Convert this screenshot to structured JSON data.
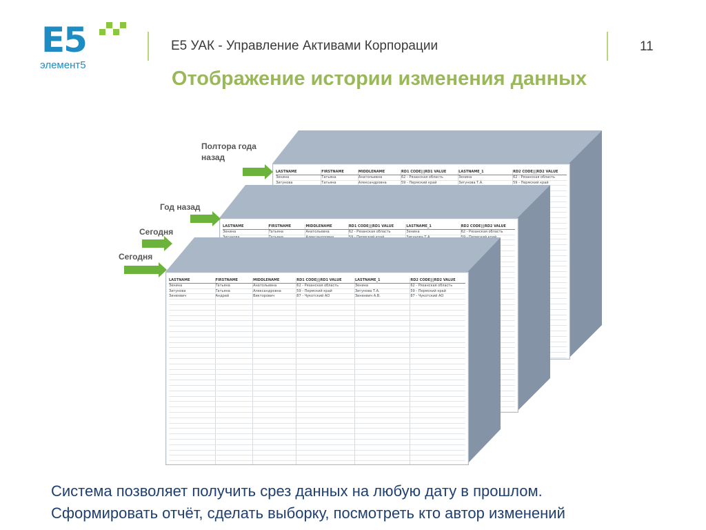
{
  "logo": {
    "mark": "E5",
    "wordmark": "элемент5",
    "accent": "#8cc63f",
    "brand": "#1e8bc3"
  },
  "header": {
    "title": "E5 УАК - Управление Активами Корпорации",
    "page_number": "11"
  },
  "slide": {
    "title": "Отображение истории изменения данных"
  },
  "labels": {
    "one_and_half_years": "Полтора года назад",
    "year_ago": "Год назад",
    "today_back": "Сегодня",
    "today_front": "Сегодня"
  },
  "colors": {
    "arrow": "#6bb33a",
    "title": "#9ab85a",
    "caption": "#1f3f6f"
  },
  "table": {
    "columns": [
      "LASTNAME",
      "FIRSTNAME",
      "MIDDLENAME",
      "RD1 CODE|||RD1 VALUE",
      "LASTNAME_1",
      "RD2 CODE|||RD2 VALUE"
    ],
    "rows": [
      [
        "Зенина",
        "Татьяна",
        "Анатольевна",
        "62 - Рязанская область",
        "Зенина",
        "62 - Рязанская область"
      ],
      [
        "Зигунова",
        "Татьяна",
        "Александровна",
        "59 - Пермский край",
        "Зигунова Т.А.",
        "59 - Пермский край"
      ],
      [
        "Зиненвич",
        "Андрей",
        "Викторович",
        "87 - Чукотский АО",
        "Зиненвич А.В.",
        "87 - Чукотский АО"
      ]
    ]
  },
  "caption": {
    "line1": "Система позволяет получить срез данных на любую дату в прошлом.",
    "line2": "Сформировать отчёт, сделать выборку, посмотреть кто автор изменений"
  }
}
